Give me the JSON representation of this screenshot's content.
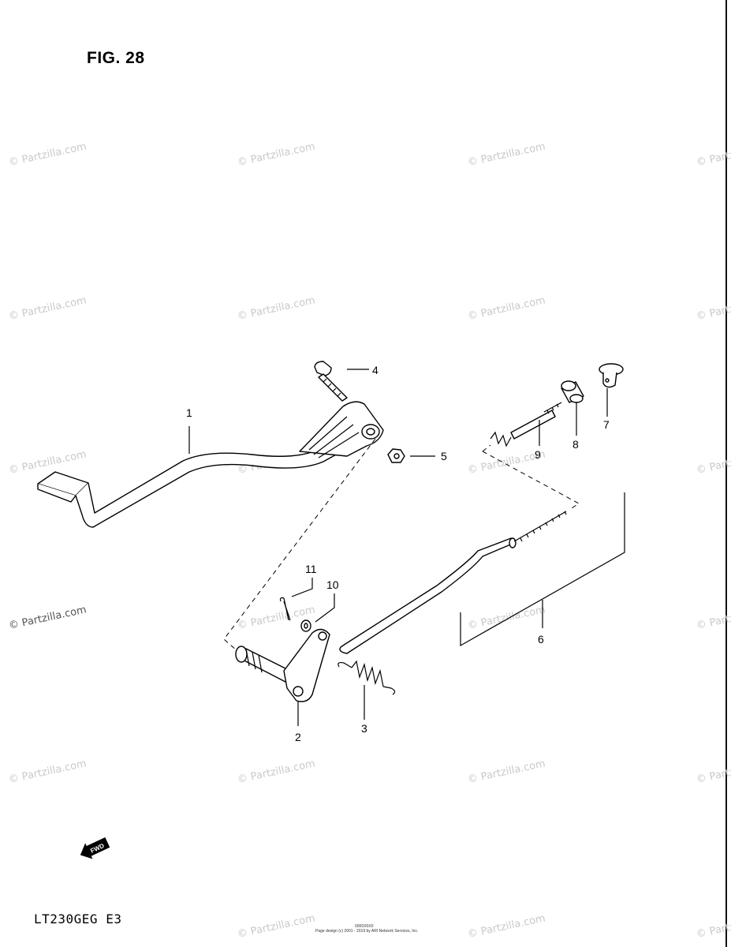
{
  "figure": {
    "title": "FIG. 28"
  },
  "model_code": "LT230GEG  E3",
  "footer": {
    "code": "0000X0X0",
    "note": "Page design (c) 2001 - 2019 by ARI Network Services, Inc."
  },
  "watermark": {
    "text": "© Partzilla.com"
  },
  "fwd_badge": {
    "text": "FWD"
  },
  "callouts": [
    {
      "number": "1"
    },
    {
      "number": "2"
    },
    {
      "number": "3"
    },
    {
      "number": "4"
    },
    {
      "number": "5"
    },
    {
      "number": "6"
    },
    {
      "number": "7"
    },
    {
      "number": "8"
    },
    {
      "number": "9"
    },
    {
      "number": "10"
    },
    {
      "number": "11"
    }
  ]
}
